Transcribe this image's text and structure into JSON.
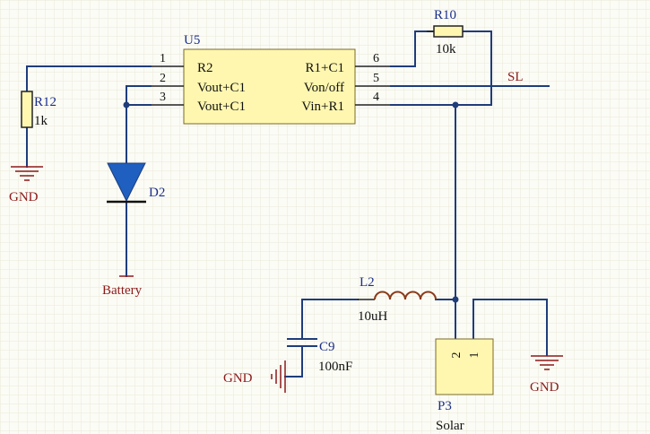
{
  "grid_color": "#e9e9d8",
  "wire_color": "#1f3d7a",
  "body_fill": "#fff7b0",
  "power_color": "#8b1a1a",
  "u5": {
    "ref": "U5",
    "pins_left": [
      {
        "num": "1",
        "name": "R2"
      },
      {
        "num": "2",
        "name": "Vout+C1"
      },
      {
        "num": "3",
        "name": "Vout+C1"
      }
    ],
    "pins_right": [
      {
        "num": "6",
        "name": "R1+C1"
      },
      {
        "num": "5",
        "name": "Von/off"
      },
      {
        "num": "4",
        "name": "Vin+R1"
      }
    ]
  },
  "r10": {
    "ref": "R10",
    "value": "10k"
  },
  "r12": {
    "ref": "R12",
    "value": "1k"
  },
  "d2": {
    "ref": "D2"
  },
  "l2": {
    "ref": "L2",
    "value": "10uH"
  },
  "c9": {
    "ref": "C9",
    "value": "100nF"
  },
  "p3": {
    "ref": "P3",
    "value": "Solar",
    "pins": [
      "2",
      "1"
    ]
  },
  "nets": {
    "sl": "SL",
    "gnd_left": "GND",
    "gnd_cap": "GND",
    "gnd_right": "GND",
    "battery": "Battery"
  }
}
